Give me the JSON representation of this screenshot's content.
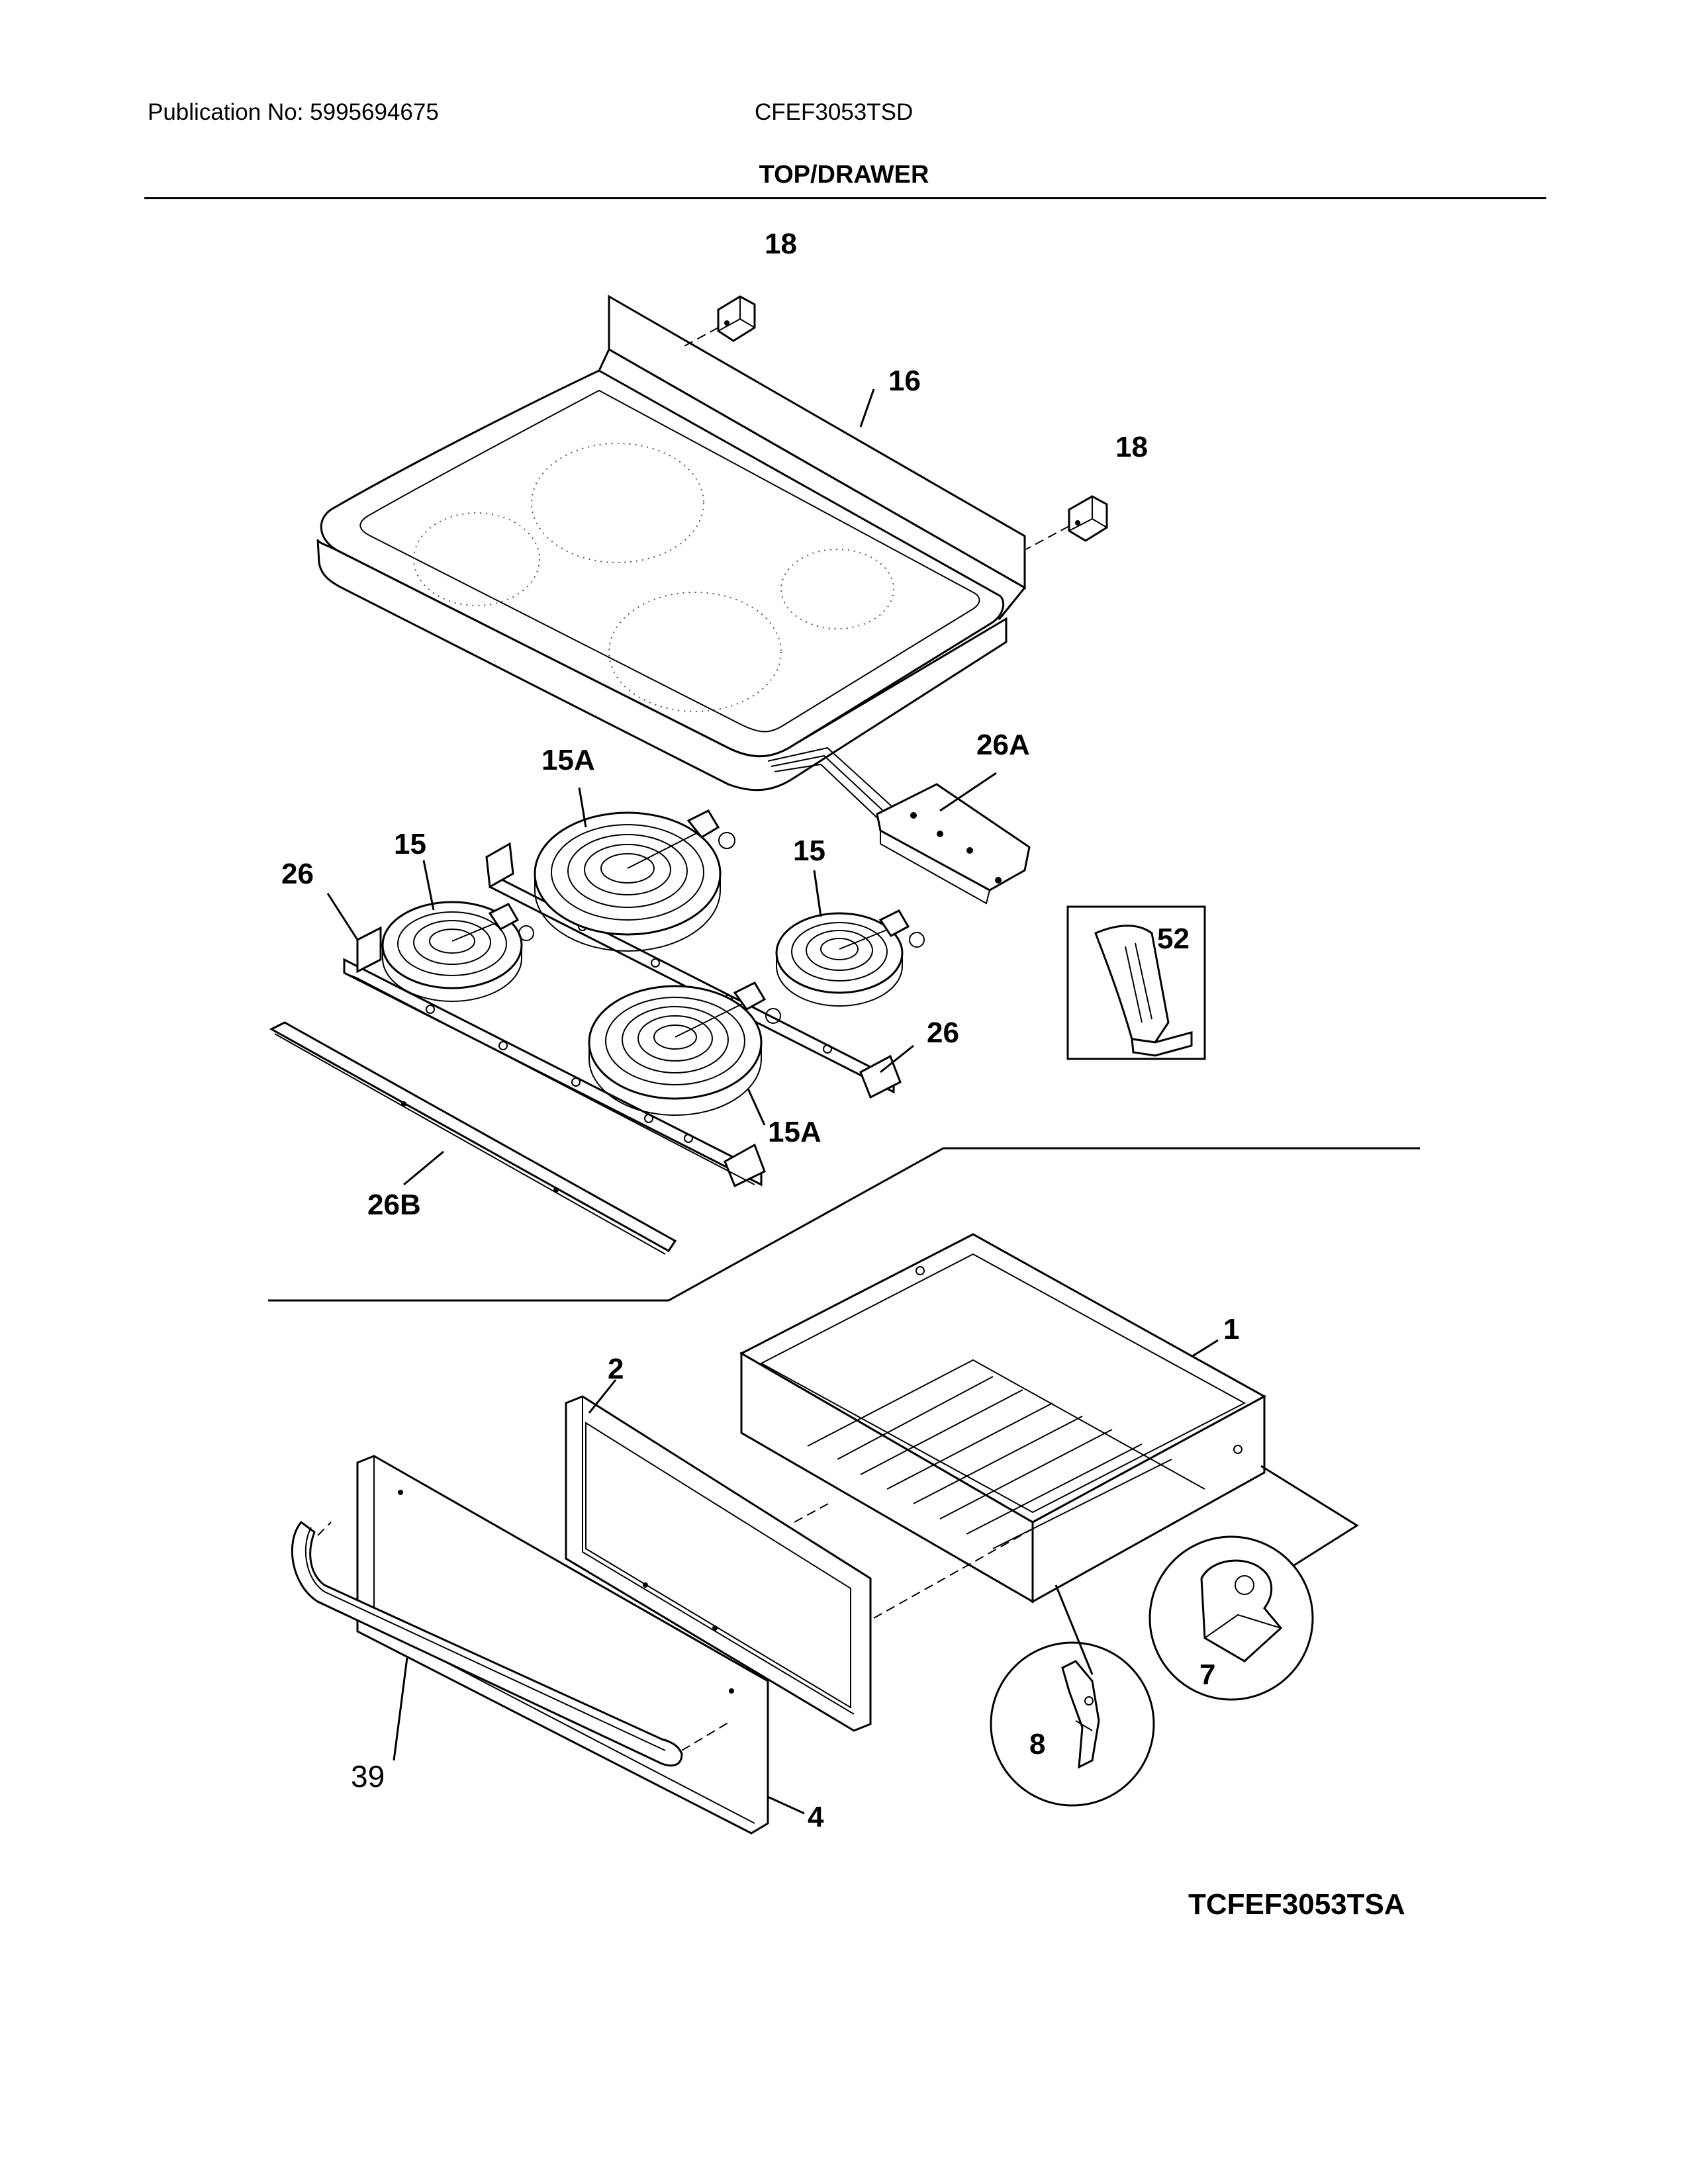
{
  "header": {
    "publication": "Publication No: 5995694675",
    "model": "CFEF3053TSD",
    "section_title": "TOP/DRAWER"
  },
  "callouts": {
    "c18a": "18",
    "c16": "16",
    "c18b": "18",
    "c15A_top": "15A",
    "c26A": "26A",
    "c26_left": "26",
    "c15_left": "15",
    "c15_right": "15",
    "c52": "52",
    "c26_right": "26",
    "c15A_bottom": "15A",
    "c26B": "26B",
    "c1": "1",
    "c2": "2",
    "c7": "7",
    "c8": "8",
    "c39": "39",
    "c4": "4"
  },
  "footer": {
    "diagram_code": "TCFEF3053TSA"
  }
}
